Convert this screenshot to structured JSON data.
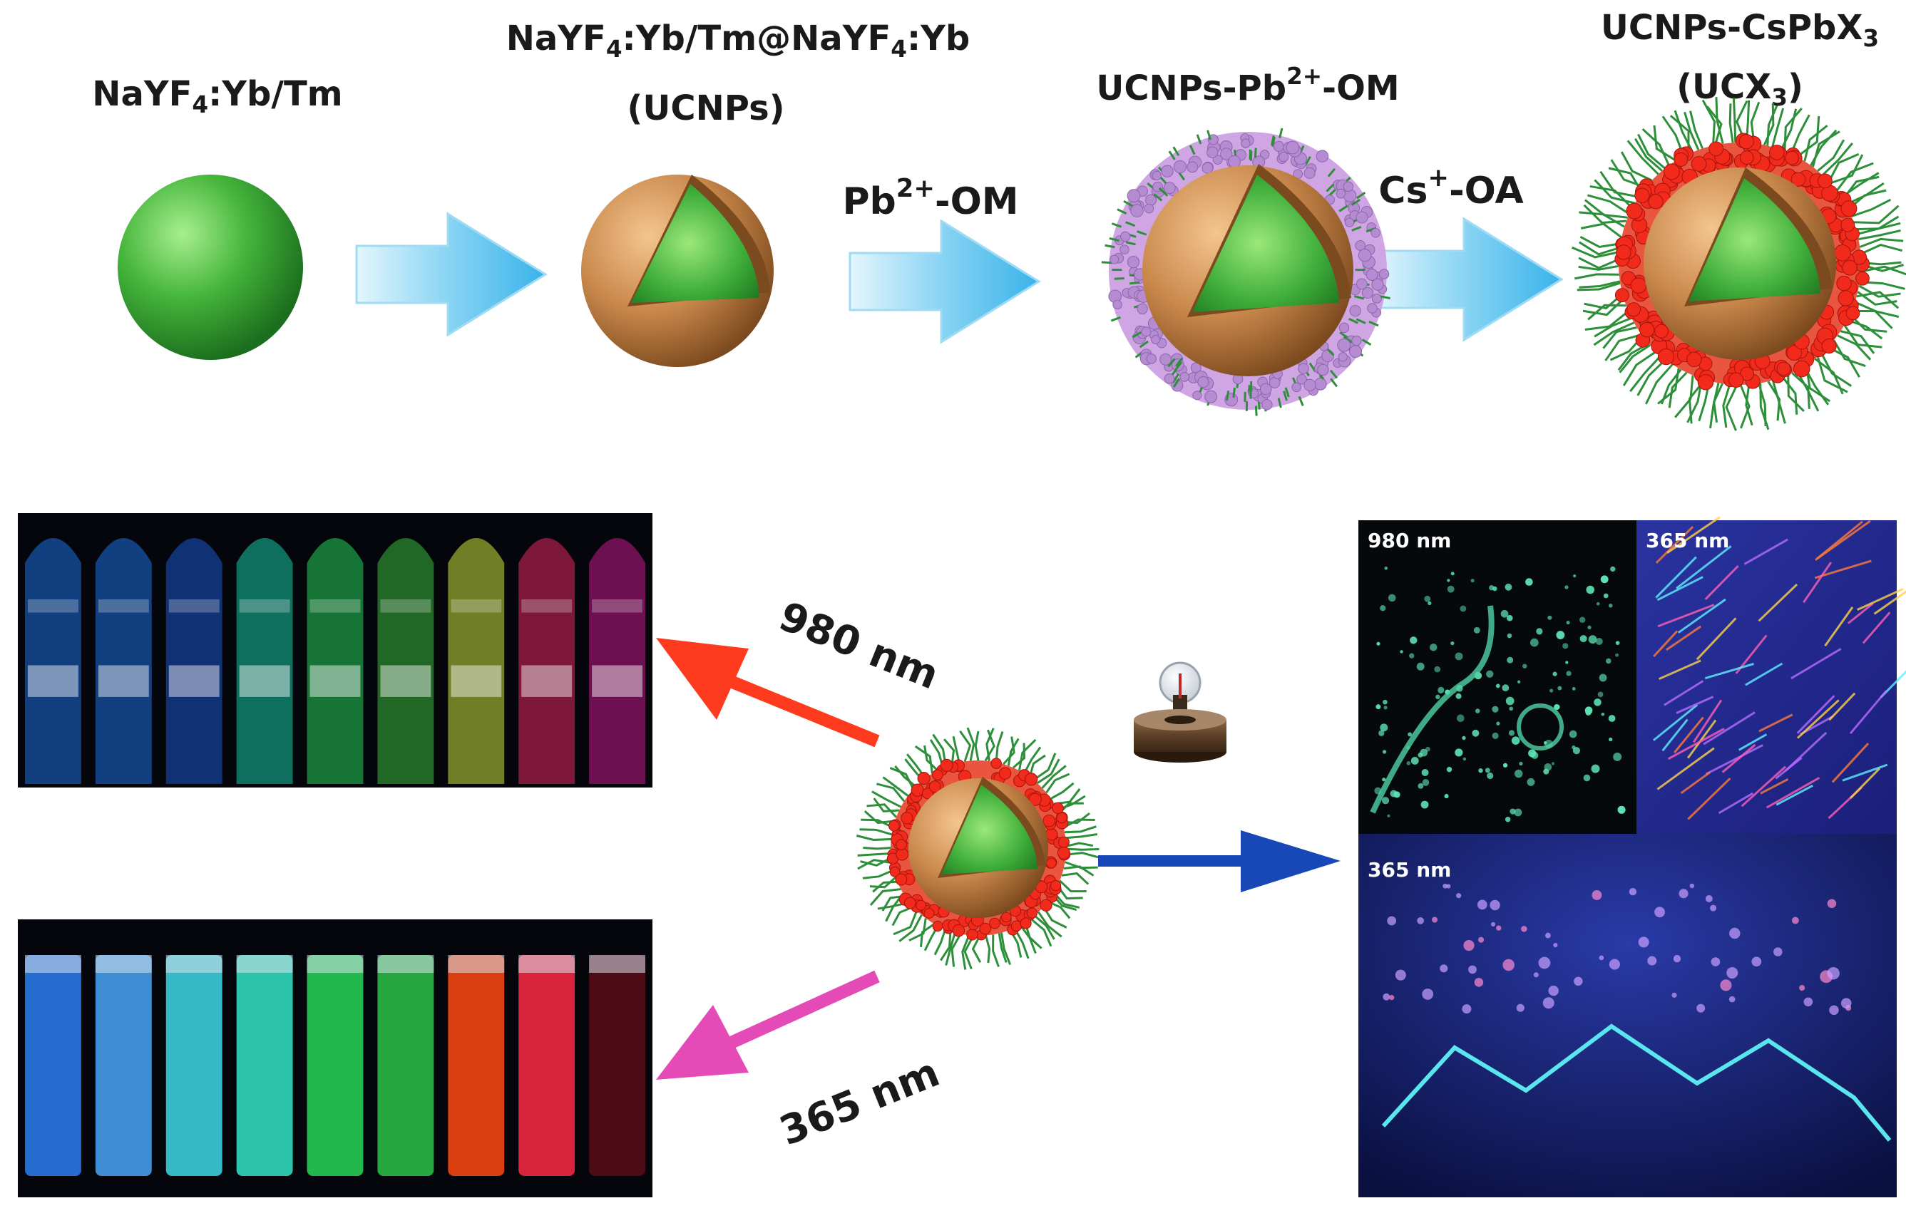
{
  "stages": [
    {
      "id": "core",
      "line1_parts": [
        "NaYF",
        "4",
        ":Yb/Tm"
      ]
    },
    {
      "id": "ucnp",
      "line1_parts": [
        "NaYF",
        "4",
        ":Yb/Tm@NaYF",
        "4",
        ":Yb"
      ],
      "line2": "(UCNPs)"
    },
    {
      "id": "pbom",
      "line1_parts": [
        "UCNPs-Pb",
        "2+",
        "-OM"
      ]
    },
    {
      "id": "ucx",
      "line1_parts": [
        "UCNPs-CsPbX",
        "3"
      ],
      "line2_parts": [
        "(UCX",
        "3",
        ")"
      ]
    }
  ],
  "reagents": {
    "pb_parts": [
      "Pb",
      "2+",
      "-OM"
    ],
    "cs_parts": [
      "Cs",
      "+",
      "-OA"
    ]
  },
  "excitation": {
    "nir": "980 nm",
    "uv": "365 nm"
  },
  "panels": {
    "top_left": "980 nm",
    "top_right": "365 nm",
    "bottom": "365 nm"
  },
  "colors": {
    "arrow_light_blue": "#5cc3ee",
    "arrow_red": "#ff3b1f",
    "arrow_pink": "#e54bb6",
    "arrow_dark_blue": "#1748b5",
    "core_green": "#3fae3a",
    "shell_orange": "#c8874a",
    "lead_purple": "#b58cd1",
    "perovskite_red": "#e8261d",
    "ligand_green": "#2d8f3a"
  },
  "vials_980": [
    "#1c6fe0",
    "#1c6fe0",
    "#1a55c9",
    "#18c7a3",
    "#25d05a",
    "#38b83a",
    "#c8e23a",
    "#e02860",
    "#c21a8a"
  ],
  "vials_365": [
    "#2b7ff2",
    "#4aa6f7",
    "#3ed9e8",
    "#34e6c8",
    "#28d85a",
    "#2cc348",
    "#ff4a12",
    "#ff2a48",
    "#5a0d18"
  ]
}
